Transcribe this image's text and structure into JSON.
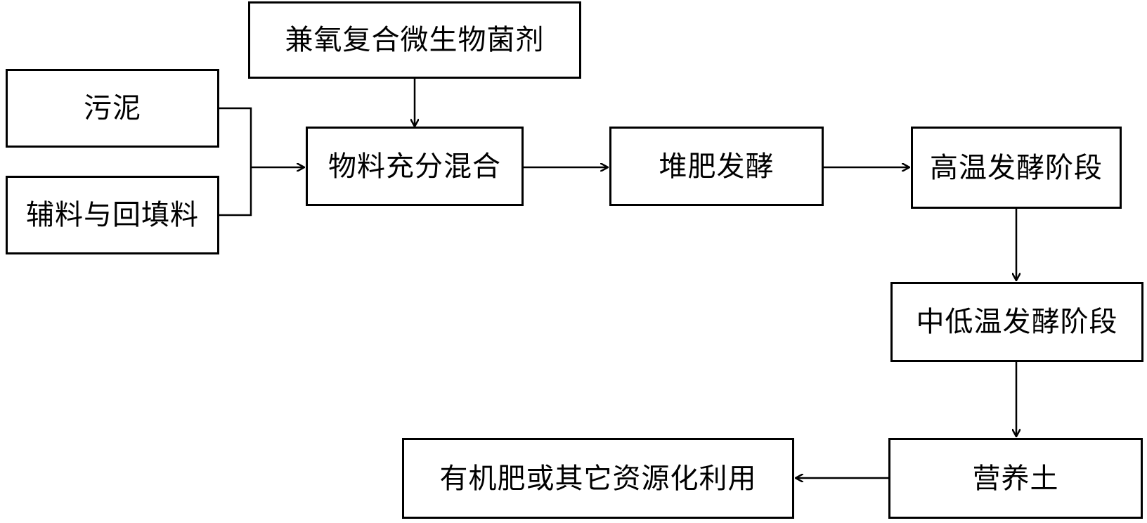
{
  "nodes": {
    "inoculant": "兼氧复合微生物菌剂",
    "sludge": "污泥",
    "auxiliary": "辅料与回填料",
    "mixing": "物料充分混合",
    "composting": "堆肥发酵",
    "high_temp": "高温发酵阶段",
    "mid_low_temp": "中低温发酵阶段",
    "nutrient_soil": "营养土",
    "utilization": "有机肥或其它资源化利用"
  },
  "edges": [
    {
      "from": "inoculant",
      "to": "mixing"
    },
    {
      "from": "sludge",
      "to": "mixing"
    },
    {
      "from": "auxiliary",
      "to": "mixing"
    },
    {
      "from": "mixing",
      "to": "composting"
    },
    {
      "from": "composting",
      "to": "high_temp"
    },
    {
      "from": "high_temp",
      "to": "mid_low_temp"
    },
    {
      "from": "mid_low_temp",
      "to": "nutrient_soil"
    },
    {
      "from": "nutrient_soil",
      "to": "utilization"
    }
  ],
  "colors": {
    "stroke": "#000000",
    "background": "#ffffff"
  }
}
